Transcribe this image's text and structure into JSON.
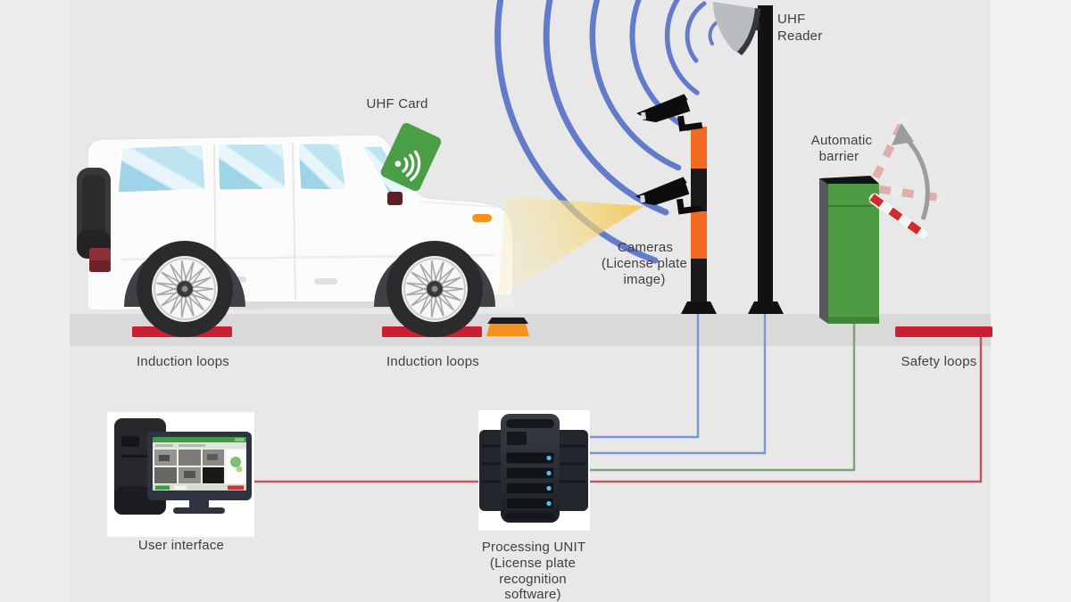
{
  "diagram": {
    "labels": {
      "uhf_card": "UHF Card",
      "uhf_reader_line1": "UHF",
      "uhf_reader_line2": "Reader",
      "cameras_line1": "Cameras",
      "cameras_line2": "(License plate",
      "cameras_line3": "image)",
      "automatic_barrier_line1": "Automatic",
      "automatic_barrier_line2": "barrier",
      "induction_loops_rear": "Induction loops",
      "induction_loops_front": "Induction loops",
      "safety_loops": "Safety loops",
      "user_interface": "User interface",
      "processing_unit_line1": "Processing UNIT",
      "processing_unit_line2": "(License plate",
      "processing_unit_line3": "recognition",
      "processing_unit_line4": "software)"
    },
    "colors": {
      "background": "#e8e8e8",
      "road": "#d9d9d9",
      "loop_red": "#c81f33",
      "pole_orange": "#f26a21",
      "card_green": "#4a9e45",
      "barrier_green": "#4d9c44",
      "wave_blue": "#3e5fc1",
      "beam_yellow": "#f5cf5e",
      "wire_blue": "#7b96d6",
      "wire_green": "#7fa07c",
      "wire_red": "#c4515c",
      "label_text": "#3e3e3e"
    },
    "icons": {
      "wifi": "wifi-arcs",
      "radio_waves": "concentric-arcs",
      "camera": "cctv-camera",
      "antenna": "uhf-panel-antenna",
      "barrier": "striped-boom-arm",
      "lift_arrow": "curved-arrow-up",
      "monitor": "desktop-monitor",
      "server": "server-towers"
    }
  }
}
